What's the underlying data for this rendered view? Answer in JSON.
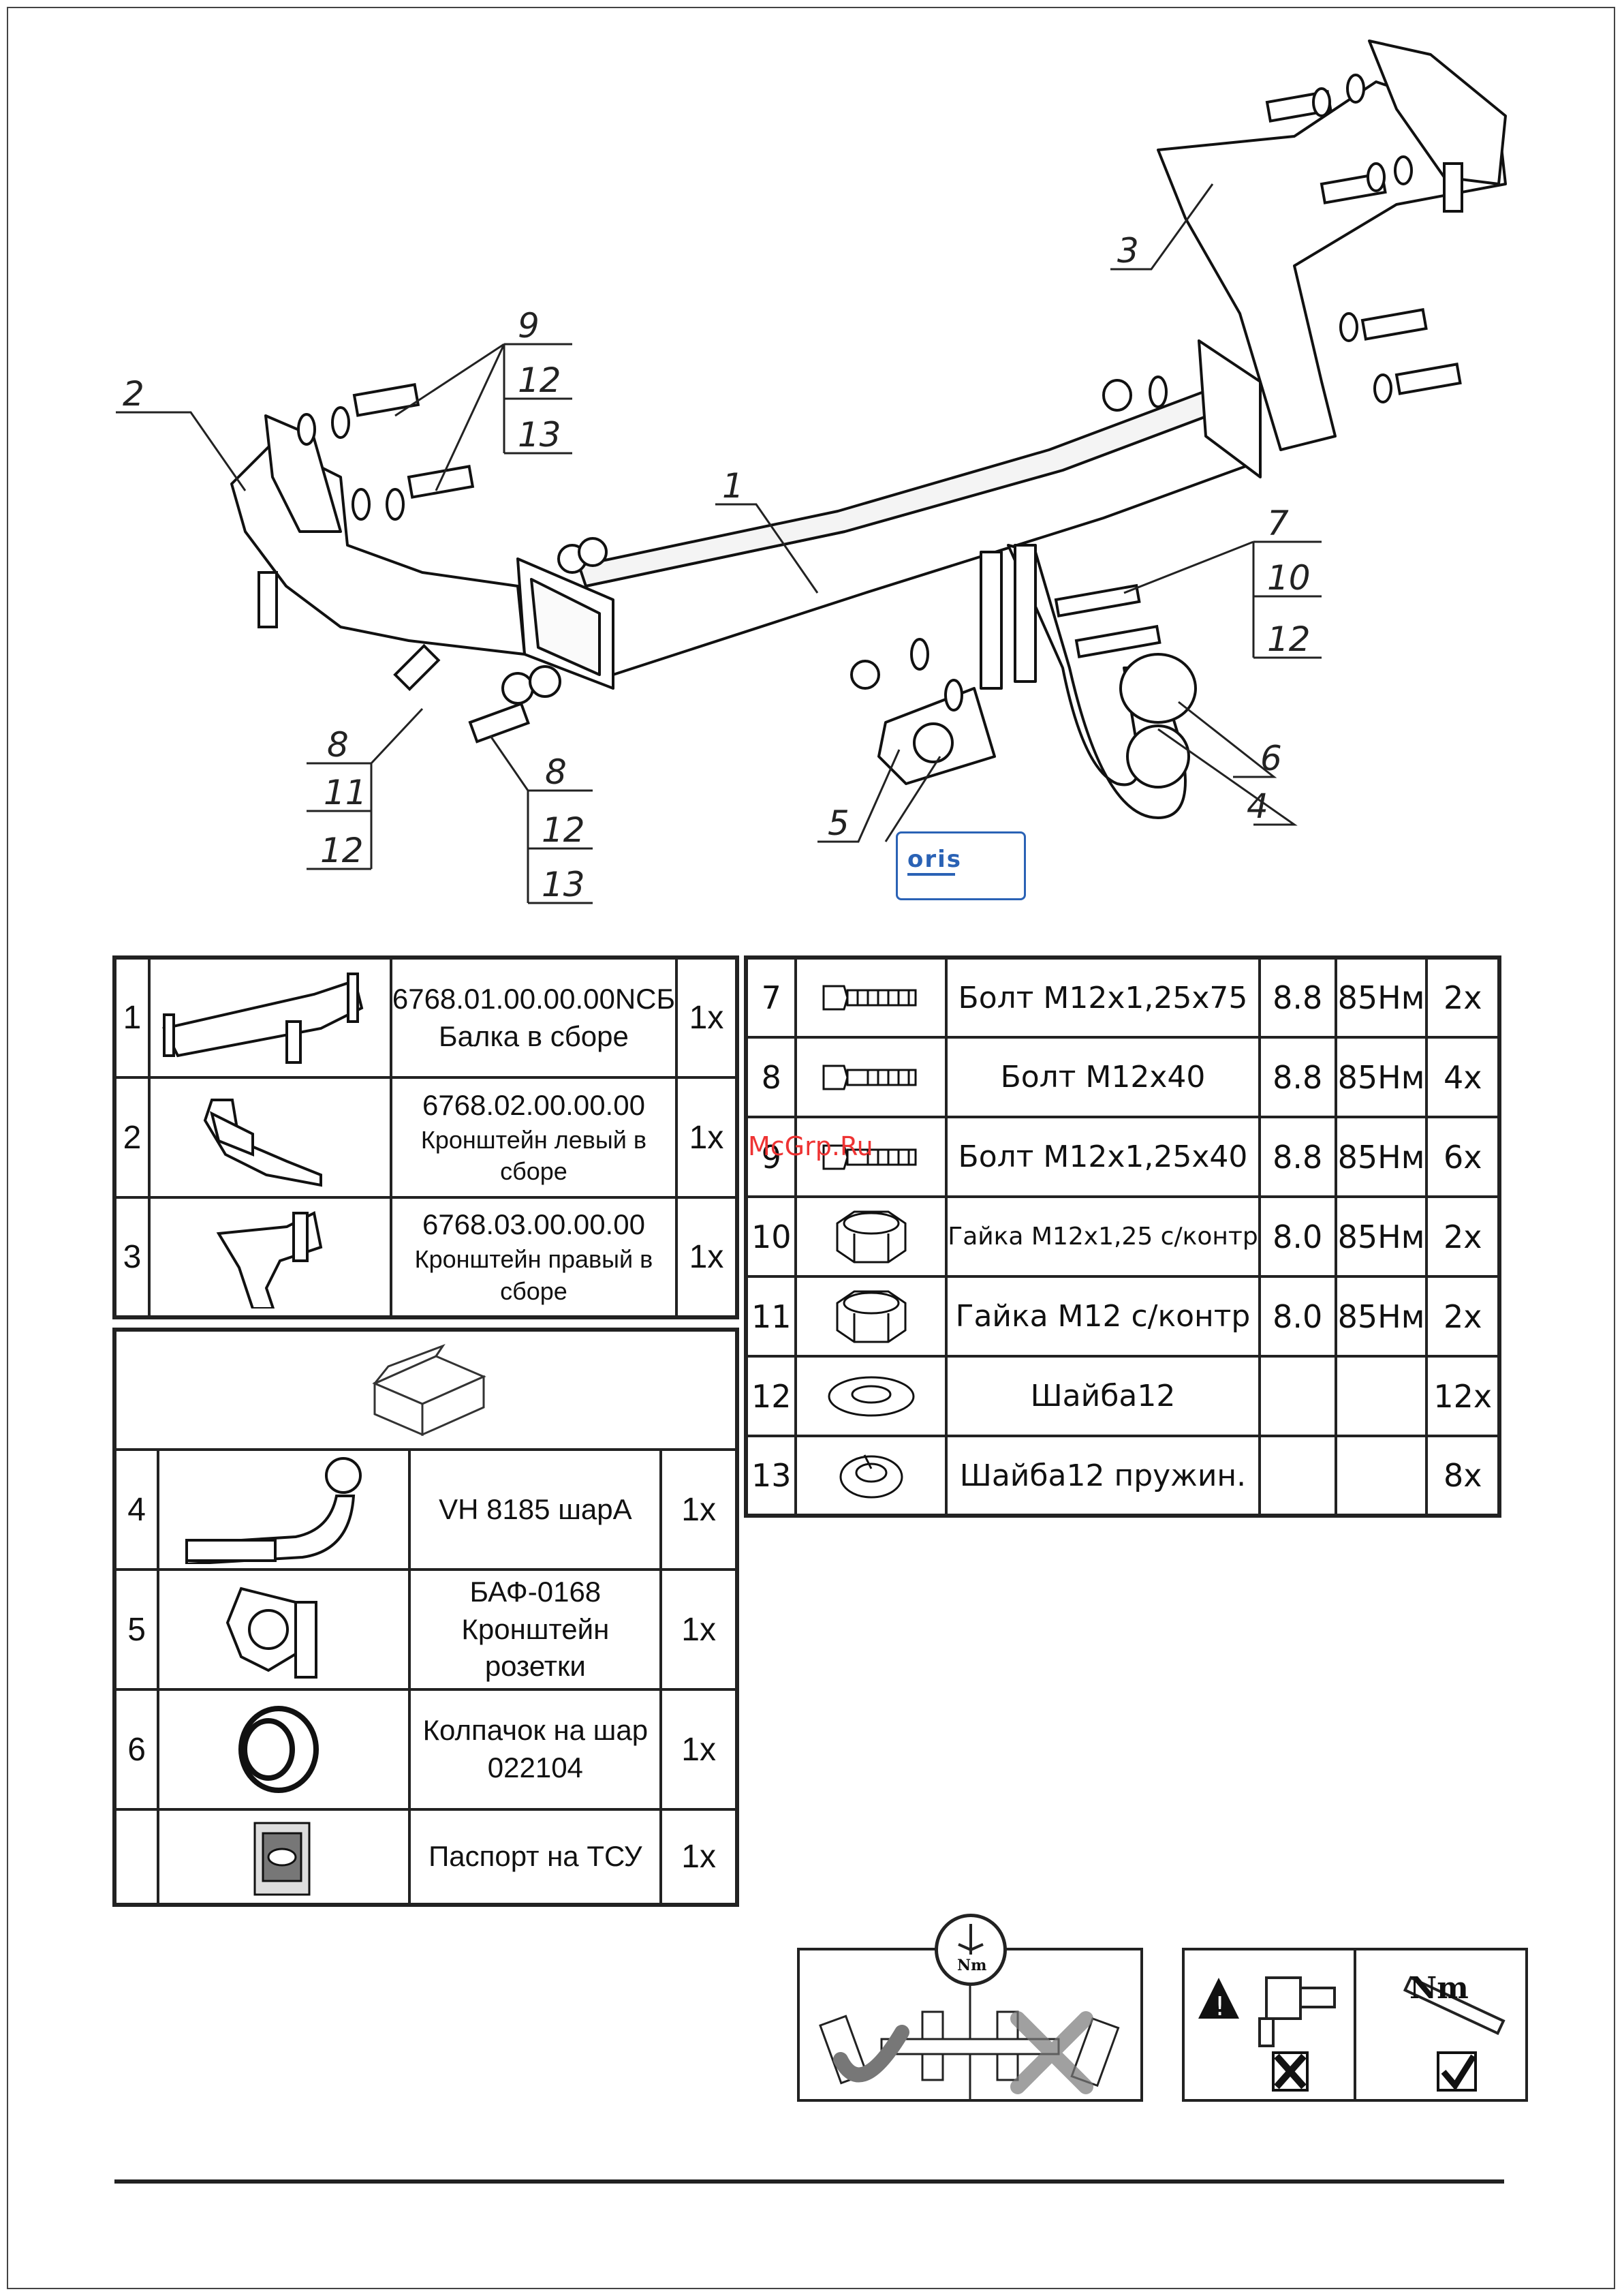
{
  "callouts": [
    "1",
    "2",
    "3",
    "4",
    "5",
    "6",
    "7",
    "8",
    "8",
    "9",
    "10",
    "11",
    "12",
    "12",
    "12",
    "12",
    "13",
    "13",
    "13"
  ],
  "logo": "oris",
  "watermark": "McGrp.Ru",
  "parts": [
    {
      "n": "1",
      "code": "6768.01.00.00.00NCБ",
      "name": "Балка в сборе",
      "qty": "1x"
    },
    {
      "n": "2",
      "code": "6768.02.00.00.00",
      "name": "Кронштейн левый в сборе",
      "qty": "1x"
    },
    {
      "n": "3",
      "code": "6768.03.00.00.00",
      "name": "Кронштейн правый в сборе",
      "qty": "1x"
    },
    {
      "n": "4",
      "code": "VH 8185 шарА",
      "name": "",
      "qty": "1x"
    },
    {
      "n": "5",
      "code": "БАФ-0168",
      "name": "Кронштейн розетки",
      "qty": "1x"
    },
    {
      "n": "6",
      "code": "Колпачок на шар",
      "name": "022104",
      "qty": "1x"
    },
    {
      "n": "",
      "code": "Паспорт на ТСУ",
      "name": "",
      "qty": "1x"
    }
  ],
  "hardware": [
    {
      "n": "7",
      "icon": "bolt-icon",
      "desc": "Болт М12х1,25х75",
      "cls": "8.8",
      "torque": "85Нм",
      "qty": "2x"
    },
    {
      "n": "8",
      "icon": "bolt-icon",
      "desc": "Болт М12х40",
      "cls": "8.8",
      "torque": "85Нм",
      "qty": "4x"
    },
    {
      "n": "9",
      "icon": "bolt-icon",
      "desc": "Болт М12х1,25х40",
      "cls": "8.8",
      "torque": "85Нм",
      "qty": "6x"
    },
    {
      "n": "10",
      "icon": "nut-icon",
      "desc": "Гайка М12х1,25 с/контр",
      "cls": "8.0",
      "torque": "85Нм",
      "qty": "2x"
    },
    {
      "n": "11",
      "icon": "nut-icon",
      "desc": "Гайка М12 с/контр",
      "cls": "8.0",
      "torque": "85Нм",
      "qty": "2x"
    },
    {
      "n": "12",
      "icon": "washer-icon",
      "desc": "Шайба12",
      "cls": "",
      "torque": "",
      "qty": "12x"
    },
    {
      "n": "13",
      "icon": "spring-washer-icon",
      "desc": "Шайба12 пружин.",
      "cls": "",
      "torque": "",
      "qty": "8x"
    }
  ],
  "torque_panel": {
    "label": "Nm"
  },
  "tool_panel": {
    "label": "Nm"
  }
}
